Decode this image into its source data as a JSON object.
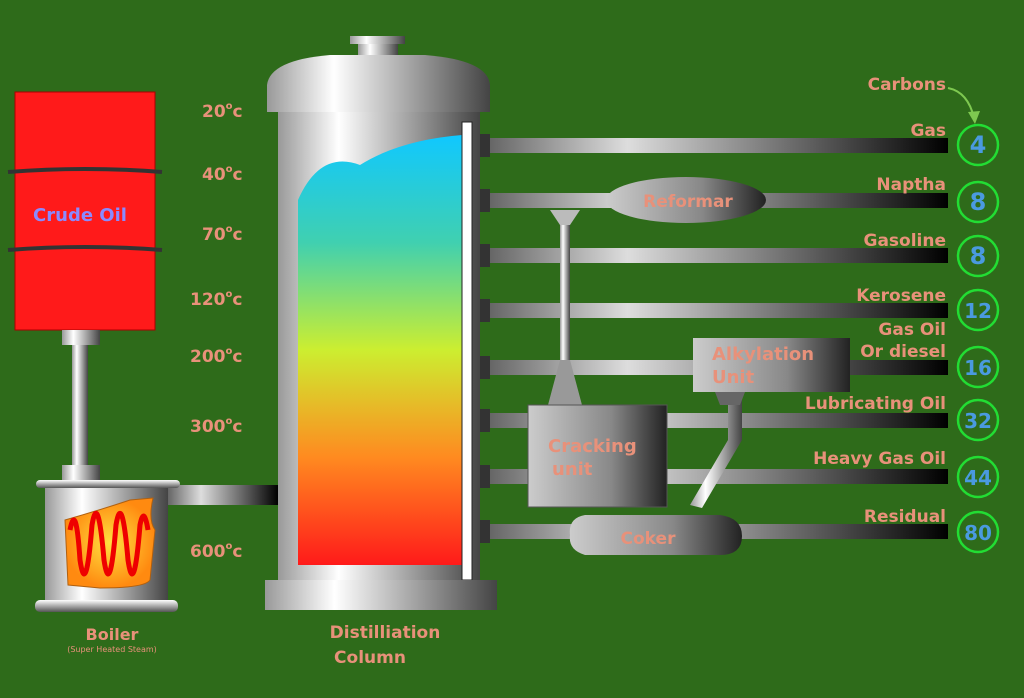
{
  "colors": {
    "background": "#2e6b1a",
    "label": "#e8917a",
    "circle": "#22dd33",
    "number": "#4a9ae0",
    "tank": "#ff1a1a"
  },
  "crude_oil": "Crude Oil",
  "boiler": {
    "title": "Boiler",
    "subtitle": "(Super Heated Steam)"
  },
  "column": {
    "line1": "Distilliation",
    "line2": "Column"
  },
  "temperatures": [
    "20",
    "40",
    "70",
    "120",
    "200",
    "300",
    "600"
  ],
  "temp_unit_sup": "o",
  "temp_unit": "c",
  "carbons_label": "Carbons",
  "products": [
    {
      "name": "Gas",
      "carbons": "4"
    },
    {
      "name": "Naptha",
      "carbons": "8"
    },
    {
      "name": "Gasoline",
      "carbons": "8"
    },
    {
      "name": "Kerosene",
      "carbons": "12"
    },
    {
      "name": "Gas Oil",
      "name2": "Or diesel",
      "carbons": "16"
    },
    {
      "name": "Lubricating Oil",
      "carbons": "32"
    },
    {
      "name": "Heavy Gas Oil",
      "carbons": "44"
    },
    {
      "name": "Residual",
      "carbons": "80"
    }
  ],
  "units": {
    "reformar": "Reformar",
    "alkylation1": "Alkylation",
    "alkylation2": "Unit",
    "cracking1": "Cracking",
    "cracking2": "unit",
    "coker": "Coker"
  }
}
